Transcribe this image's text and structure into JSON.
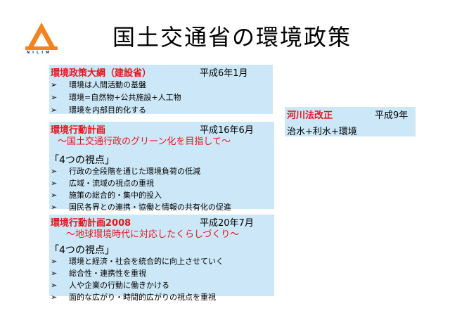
{
  "title": "国土交通省の環境政策",
  "logo_text": "NILIM",
  "box1": {
    "heading": "環境政策大綱（建設省）",
    "date": "平成6年1月",
    "items": [
      "環境は人間活動の基盤",
      "環境=自然物+公共施設+人工物",
      "環境を内部目的化する"
    ]
  },
  "box2": {
    "heading": "環境行動計画",
    "date": "平成16年6月",
    "subtitle": "～国土交通行政のグリーン化を目指して～",
    "viewpoints": "「4つの視点」",
    "items": [
      "行政の全段階を通じた環境負荷の低減",
      "広域・流域の視点の重視",
      "施策の総合的・集中的投入",
      "国民各界との連携・協働と情報の共有化の促進"
    ]
  },
  "box3": {
    "heading": "環境行動計画2008",
    "date": "平成20年7月",
    "subtitle": "～地球環境時代に対応したくらしづくり～",
    "viewpoints": "「4つの視点」",
    "items": [
      "環境と経済・社会を統合的に向上させていく",
      "総合性・連携性を重視",
      "人や企業の行動に働きかける",
      "面的な広がり・時間的広がりの視点を重視"
    ]
  },
  "box4": {
    "heading": "河川法改正",
    "date": "平成9年",
    "body": "治水+利水+環境"
  },
  "bullet": "➢"
}
